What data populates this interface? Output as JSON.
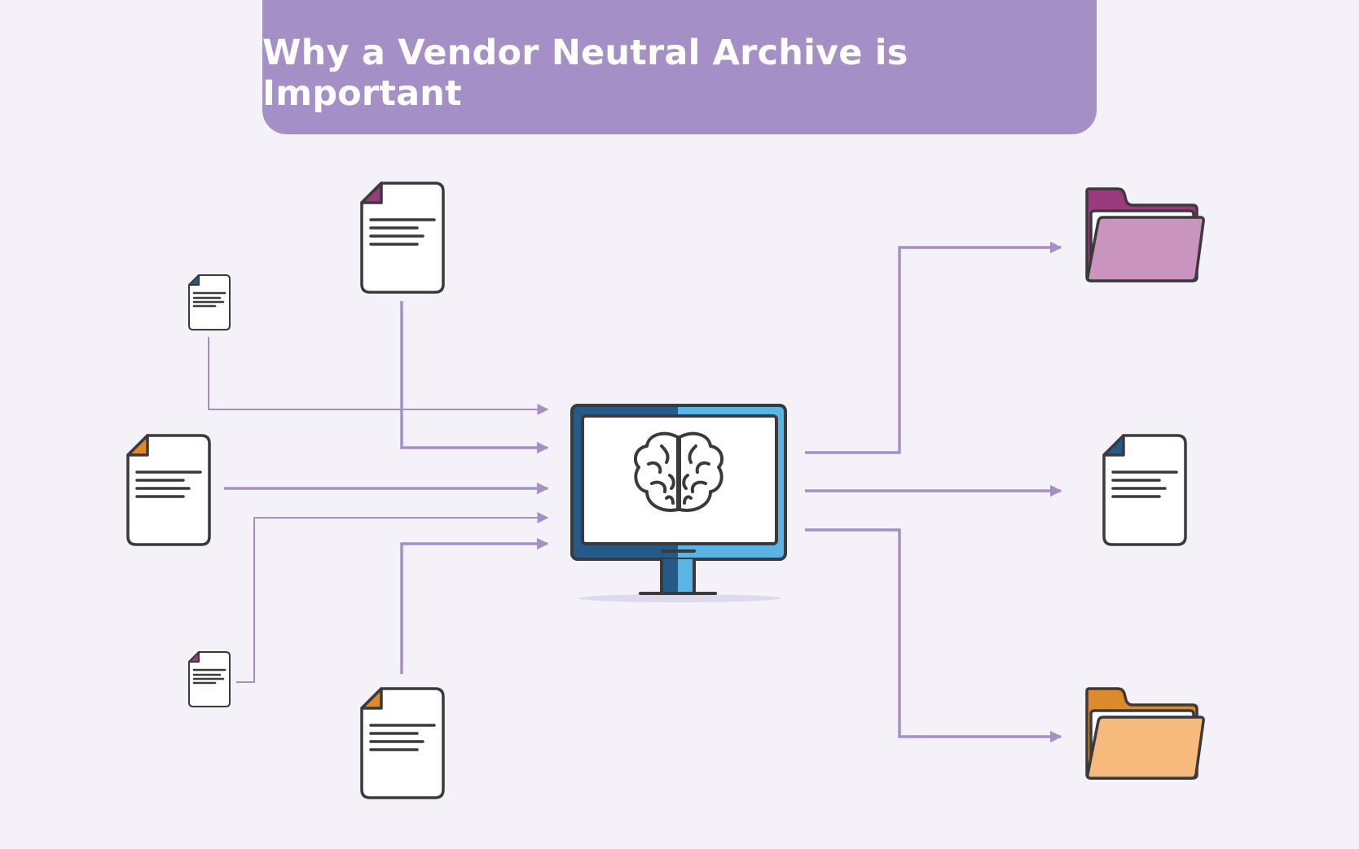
{
  "title": "Why a Vendor Neutral Archive is Important",
  "colors": {
    "background": "#f4f1f8",
    "banner": "#a490c6",
    "arrow": "#a490c6",
    "outline": "#3a3a3d",
    "magenta": "#9b3a7c",
    "orange": "#dd8a2d",
    "navy": "#245a88",
    "monitor_dark": "#265a87",
    "monitor_light": "#5bb3e6",
    "folder_pink": "#c995bf",
    "folder_peach": "#f7ba7d"
  },
  "nodes": {
    "inputs": [
      {
        "icon": "document-icon",
        "corner": "navy"
      },
      {
        "icon": "document-icon",
        "corner": "magenta"
      },
      {
        "icon": "document-icon",
        "corner": "orange"
      },
      {
        "icon": "document-icon",
        "corner": "magenta"
      },
      {
        "icon": "document-icon",
        "corner": "orange"
      }
    ],
    "processor": {
      "icon": "monitor-brain-icon"
    },
    "outputs": [
      {
        "icon": "folder-icon",
        "color": "magenta"
      },
      {
        "icon": "document-icon",
        "corner": "navy"
      },
      {
        "icon": "folder-icon",
        "color": "orange"
      }
    ]
  }
}
